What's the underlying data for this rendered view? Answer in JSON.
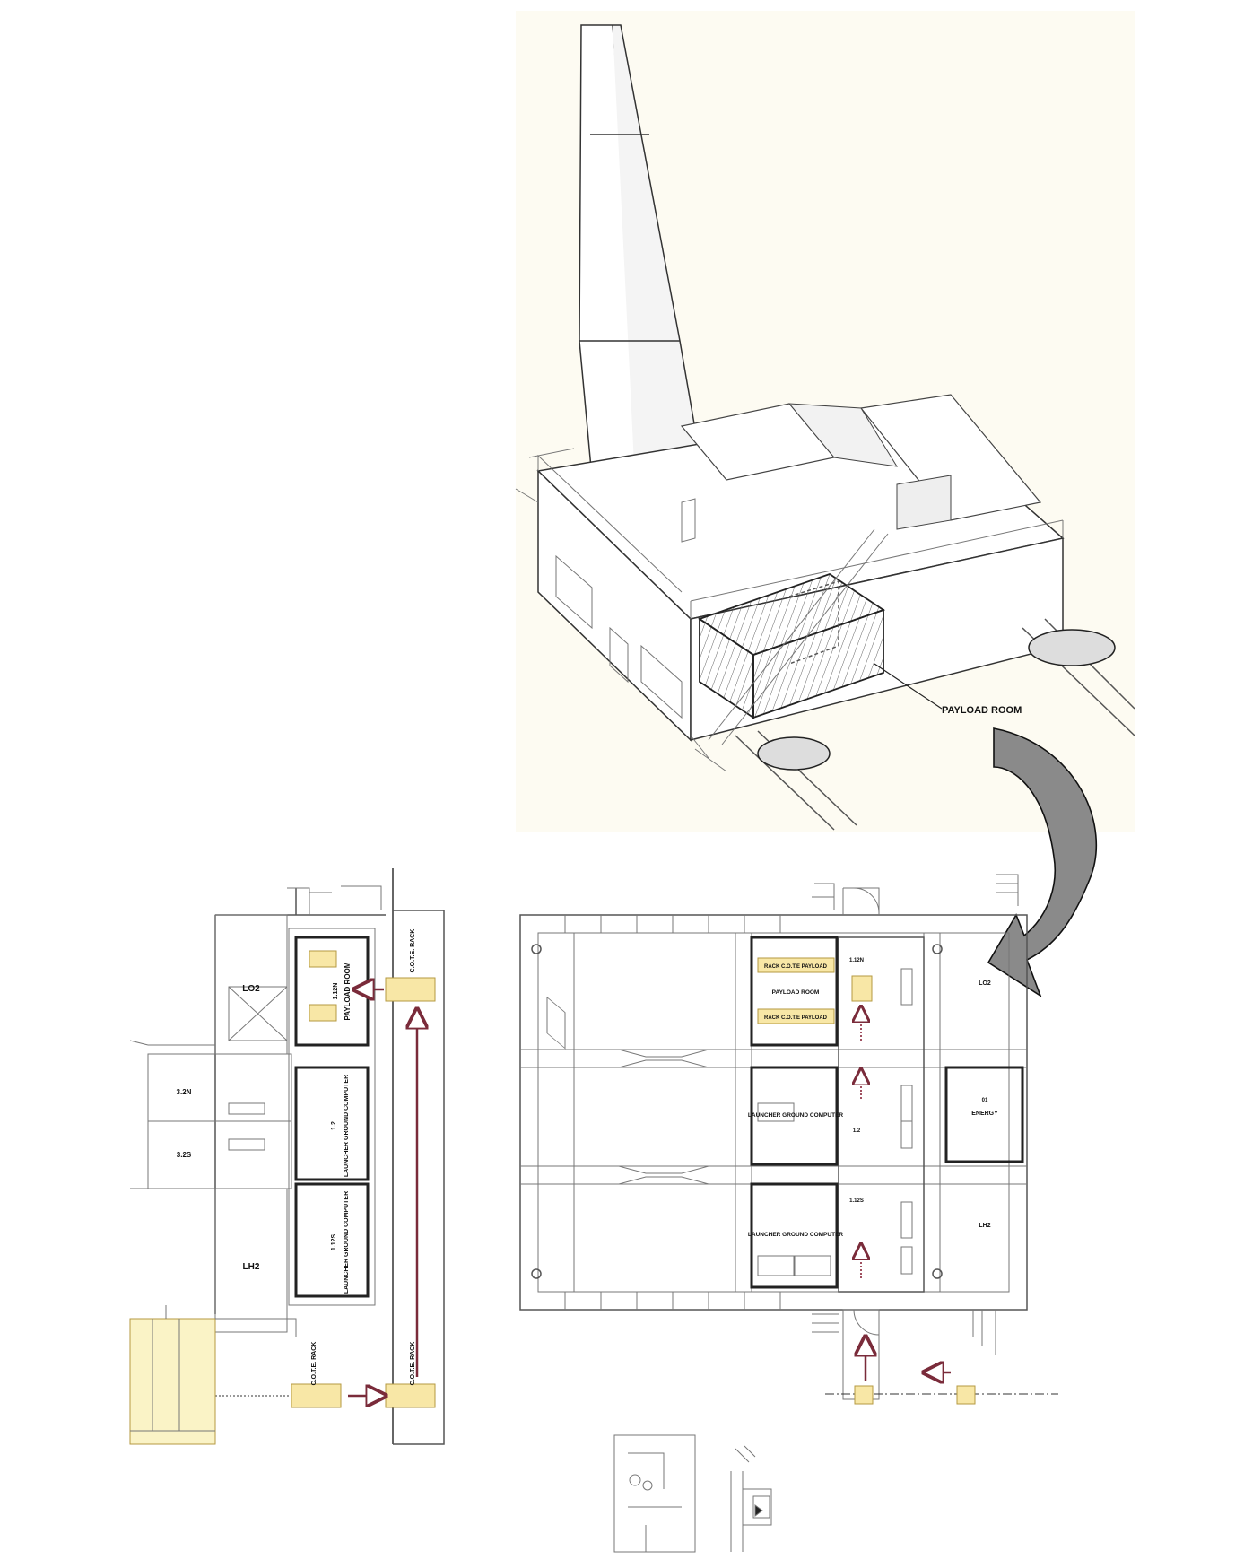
{
  "iso_view": {
    "label_payload_room": "PAYLOAD ROOM"
  },
  "left_plan": {
    "room_lo2": "LO2",
    "room_32n": "3.2N",
    "room_32s": "3.2S",
    "room_lh2": "LH2",
    "payload_room_label": "PAYLOAD ROOM",
    "payload_room_code": "1.12N",
    "launcher_gc_1": "LAUNCHER GROUND COMPUTER",
    "launcher_gc_1_code": "1.2",
    "launcher_gc_2": "LAUNCHER GROUND COMPUTER",
    "launcher_gc_2_code": "1.12S",
    "cote_rack_top": "C.O.T.E. RACK",
    "cote_rack_bottom_a": "C.O.T.E. RACK",
    "cote_rack_bottom_b": "C.O.T.E. RACK"
  },
  "right_plan": {
    "rack_1": "RACK C.O.T.E PAYLOAD",
    "rack_2": "RACK C.O.T.E PAYLOAD",
    "payload_room": "PAYLOAD ROOM",
    "code_112n": "1.12N",
    "launcher_gc_a": "LAUNCHER GROUND COMPUTER",
    "code_12": "1.2",
    "launcher_gc_b": "LAUNCHER GROUND COMPUTER",
    "code_112s": "1.12S",
    "room_lo2": "LO2",
    "room_lh2": "LH2",
    "energy_code": "01",
    "energy": "ENERGY"
  },
  "colors": {
    "rack_fill": "#f8e7a6",
    "arrow": "#7a2b3a",
    "iso_bg": "#fdfbf2",
    "big_arrow": "#8a8a8a"
  }
}
